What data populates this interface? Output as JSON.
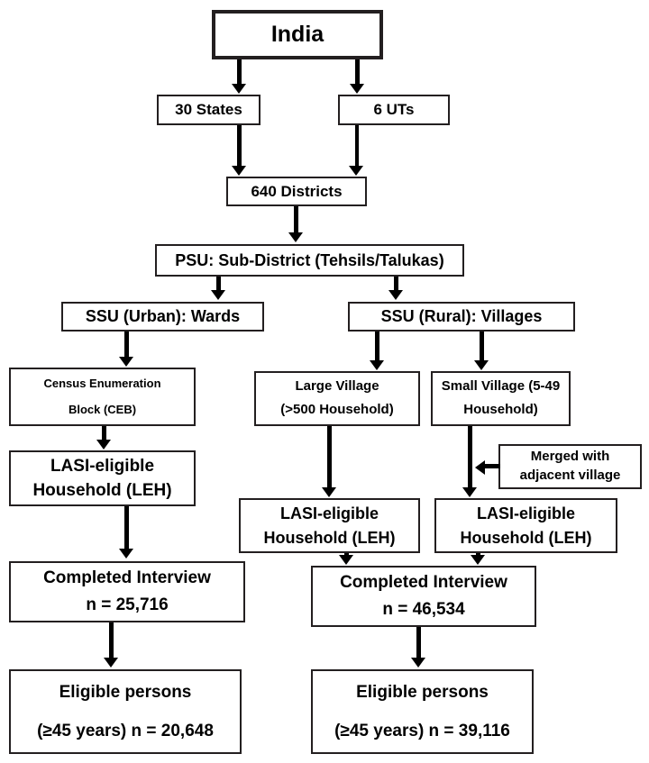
{
  "diagram": {
    "title": "LASI sampling design flowchart",
    "colors": {
      "stroke": "#231f20",
      "arrow": "#000000",
      "background": "#ffffff"
    },
    "nodes": {
      "india": {
        "label": "India"
      },
      "states": {
        "label": "30 States"
      },
      "uts": {
        "label": "6 UTs"
      },
      "districts": {
        "label": "640 Districts"
      },
      "psu": {
        "label": "PSU: Sub-District (Tehsils/Talukas)"
      },
      "ssu_urban": {
        "label": "SSU (Urban): Wards"
      },
      "ssu_rural": {
        "label": "SSU (Rural): Villages"
      },
      "ceb": {
        "line1": "Census Enumeration",
        "line2": "Block (CEB)"
      },
      "large_village": {
        "line1": "Large Village",
        "line2": "(>500 Household)"
      },
      "small_village": {
        "line1": "Small Village (5-49",
        "line2": "Household)"
      },
      "merged": {
        "line1": "Merged with",
        "line2": "adjacent village"
      },
      "leh_urban": {
        "line1": "LASI-eligible",
        "line2": "Household (LEH)"
      },
      "leh_large": {
        "line1": "LASI-eligible",
        "line2": "Household (LEH)"
      },
      "leh_small": {
        "line1": "LASI-eligible",
        "line2": "Household (LEH)"
      },
      "interview_urban": {
        "line1": "Completed Interview",
        "line2": "n = 25,716"
      },
      "interview_rural": {
        "line1": "Completed Interview",
        "line2": "n = 46,534"
      },
      "eligible_urban": {
        "line1": "Eligible persons",
        "line2": "(≥45 years) n = 20,648"
      },
      "eligible_rural": {
        "line1": "Eligible persons",
        "line2": "(≥45 years) n = 39,116"
      }
    }
  }
}
